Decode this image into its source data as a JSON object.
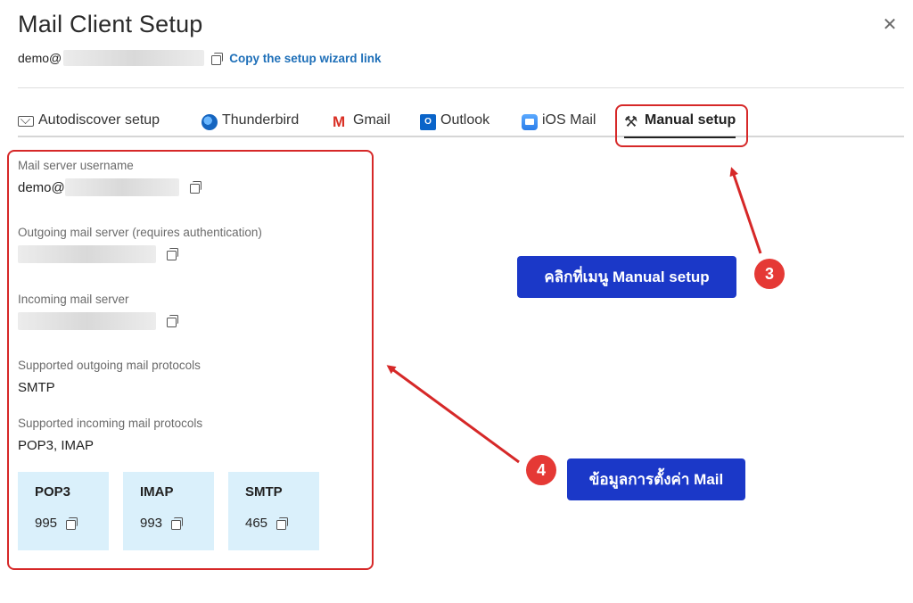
{
  "dialog": {
    "title": "Mail Client Setup",
    "email_prefix": "demo@",
    "copy_link_label": "Copy the setup wizard link",
    "close_icon": "close-icon"
  },
  "tabs": [
    {
      "label": "Autodiscover setup",
      "icon": "envelope-icon"
    },
    {
      "label": "Thunderbird",
      "icon": "thunderbird-icon"
    },
    {
      "label": "Gmail",
      "icon": "gmail-icon"
    },
    {
      "label": "Outlook",
      "icon": "outlook-icon"
    },
    {
      "label": "iOS Mail",
      "icon": "ios-mail-icon"
    },
    {
      "label": "Manual setup",
      "icon": "tools-icon",
      "active": true
    }
  ],
  "details": {
    "username_label": "Mail server username",
    "username_value": "demo@",
    "outgoing_label": "Outgoing mail server (requires authentication)",
    "incoming_label": "Incoming mail server",
    "out_protocols_label": "Supported outgoing mail protocols",
    "out_protocols_value": "SMTP",
    "in_protocols_label": "Supported incoming mail protocols",
    "in_protocols_value": "POP3, IMAP"
  },
  "ports": [
    {
      "name": "POP3",
      "value": "995"
    },
    {
      "name": "IMAP",
      "value": "993"
    },
    {
      "name": "SMTP",
      "value": "465"
    }
  ],
  "annotations": {
    "step3_number": "3",
    "step3_text": "คลิกที่เมนู Manual setup",
    "step4_number": "4",
    "step4_text": "ข้อมูลการตั้งค่า Mail",
    "highlight_color": "#d62828",
    "badge_color": "#1b38c8"
  }
}
